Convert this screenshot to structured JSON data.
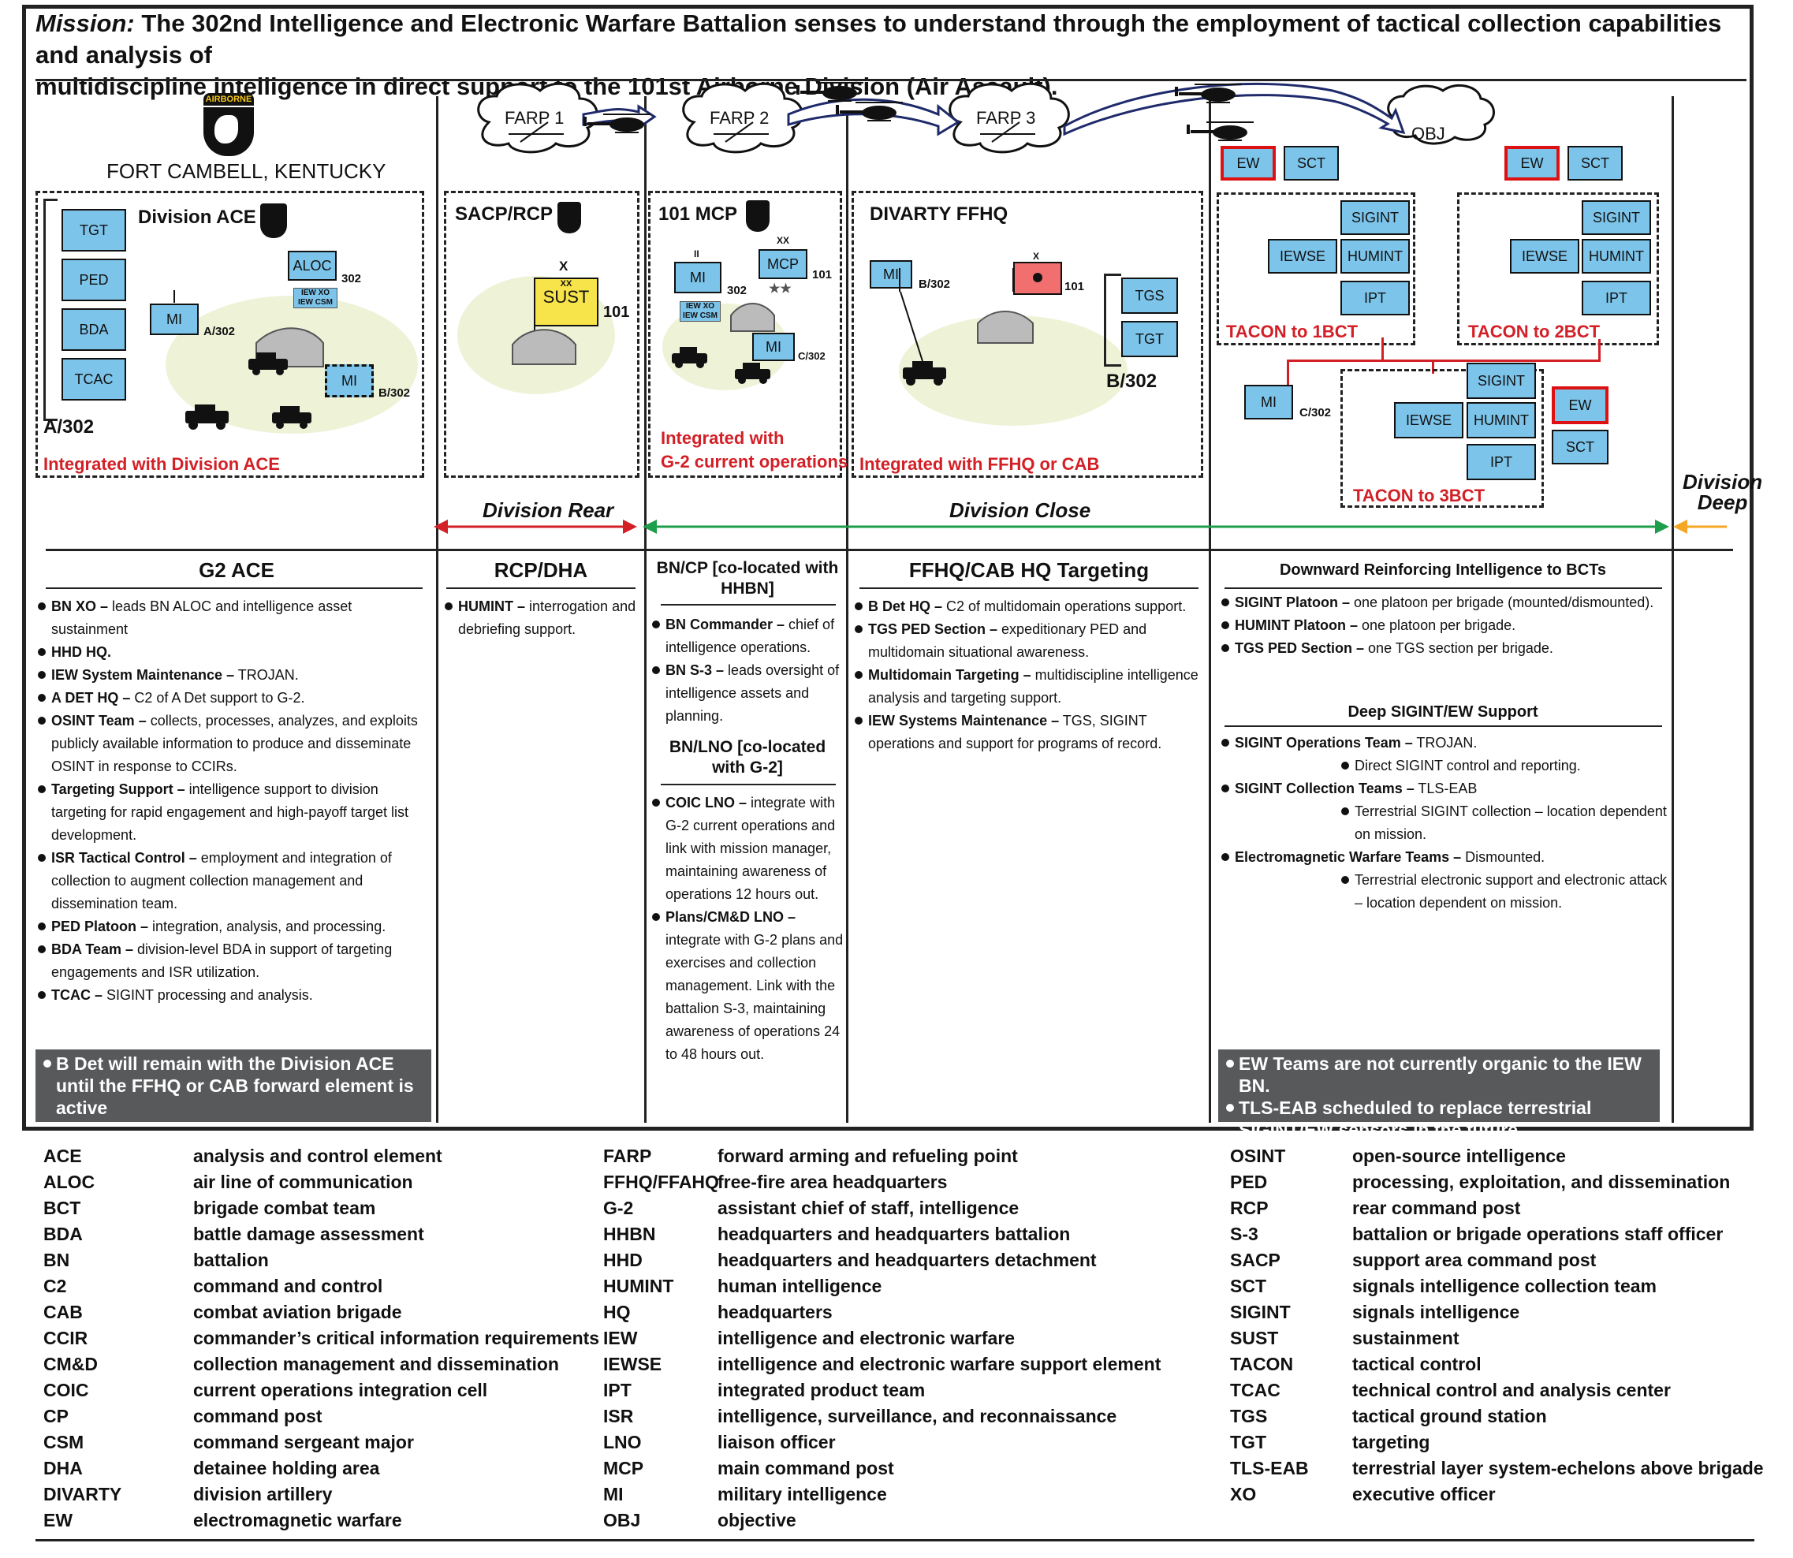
{
  "mission": {
    "prefix": "Mission:",
    "line1": "The 302nd Intelligence and Electronic Warfare Battalion senses to understand through the employment of tactical collection capabilities and analysis of",
    "line2": "multidiscipline intelligence in direct support to the 101st Airborne Division (Air Assault)."
  },
  "top": {
    "location": "FORT CAMBELL, KENTUCKY",
    "airborne_tab": "AIRBORNE",
    "farps": [
      "FARP 1",
      "FARP 2",
      "FARP 3"
    ],
    "obj": "OBJ"
  },
  "ace": {
    "title": "Division ACE",
    "left_units": [
      "TGT",
      "PED",
      "BDA",
      "TCAC"
    ],
    "bracket_label": "A/302",
    "mi1": "MI",
    "mi1_label": "A/302",
    "aloc": "ALOC",
    "aloc_label": "302",
    "aloc_sub": [
      "IEW XO",
      "IEW CSM"
    ],
    "mi2": "MI",
    "mi2_label": "B/302",
    "note": "Integrated with Division ACE"
  },
  "sacp": {
    "title": "SACP/RCP",
    "echelon": "X",
    "sust_xx": "XX",
    "sust": "SUST",
    "sust_label": "101"
  },
  "mcp": {
    "title": "101 MCP",
    "mi": "MI",
    "mi_echelon": "II",
    "mi_label": "302",
    "mi_sub": [
      "IEW XO",
      "IEW CSM"
    ],
    "mcp": "MCP",
    "mcp_echelon": "XX",
    "mcp_label": "101",
    "stars": "★★",
    "mi2": "MI",
    "mi2_label": "C/302",
    "note_line1": "Integrated with",
    "note_line2": "G-2 current operations"
  },
  "divarty": {
    "title": "DIVARTY FFHQ",
    "mi": "MI",
    "mi_label": "B/302",
    "flag_echelon": "X",
    "flag_label": "101",
    "right_units": [
      "TGS",
      "TGT"
    ],
    "bracket_label": "B/302",
    "note": "Integrated with FFHQ or CAB"
  },
  "bcts": {
    "ew": "EW",
    "sct": "SCT",
    "iewse": "IEWSE",
    "sigint": "SIGINT",
    "humint": "HUMINT",
    "ipt": "IPT",
    "tacon1": "TACON to 1BCT",
    "tacon2": "TACON to 2BCT",
    "tacon3": "TACON to 3BCT",
    "mi": "MI",
    "mi_label": "C/302"
  },
  "areas": {
    "rear": "Division Rear",
    "close": "Division Close",
    "deep_line1": "Division",
    "deep_line2": "Deep"
  },
  "colors": {
    "unit_blue": "#7cc4ea",
    "red": "#d31f26",
    "green": "#1e9e4a",
    "orange": "#f5a623",
    "navy": "#1f2a6b",
    "note_gray": "#58595b"
  },
  "columns": {
    "g2ace": {
      "title": "G2 ACE",
      "items": [
        {
          "b": "BN XO –",
          "t": " leads BN ALOC and intelligence asset sustainment"
        },
        {
          "b": "HHD HQ.",
          "t": ""
        },
        {
          "b": "IEW System Maintenance –",
          "t": " TROJAN."
        },
        {
          "b": "A DET HQ –",
          "t": " C2 of A Det support to G-2."
        },
        {
          "b": "OSINT Team –",
          "t": " collects, processes, analyzes, and exploits publicly available information to produce and disseminate OSINT in response to CCIRs."
        },
        {
          "b": "Targeting Support –",
          "t": " intelligence support to division targeting for rapid engagement and high-payoff target list development."
        },
        {
          "b": "ISR Tactical Control –",
          "t": " employment and integration of collection to augment collection management and dissemination team."
        },
        {
          "b": "PED Platoon –",
          "t": " integration, analysis, and processing."
        },
        {
          "b": "BDA Team –",
          "t": " division-level BDA in support of targeting engagements and ISR utilization."
        },
        {
          "b": "TCAC –",
          "t": " SIGINT processing and analysis."
        }
      ],
      "note": "B Det will remain with the Division ACE until the FFHQ or CAB forward element is active"
    },
    "rcp": {
      "title": "RCP/DHA",
      "items": [
        {
          "b": "HUMINT –",
          "t": " interrogation and debriefing support."
        }
      ]
    },
    "bncp": {
      "title": "BN/CP [co-located with HHBN]",
      "items": [
        {
          "b": "BN Commander –",
          "t": " chief of intelligence operations."
        },
        {
          "b": "BN S-3 –",
          "t": " leads oversight of intelligence assets and planning."
        }
      ],
      "title2": "BN/LNO [co-located with G-2]",
      "items2": [
        {
          "b": "COIC LNO –",
          "t": " integrate with G-2 current operations and link with mission manager, maintaining awareness of operations 12 hours out."
        },
        {
          "b": "Plans/CM&D LNO –",
          "t": " integrate with G-2 plans and exercises and collection management. Link with the battalion S-3, maintaining awareness of operations 24 to 48 hours out."
        }
      ]
    },
    "ffhq": {
      "title": "FFHQ/CAB HQ Targeting",
      "items": [
        {
          "b": "B Det HQ –",
          "t": " C2 of multidomain operations support."
        },
        {
          "b": "TGS PED Section –",
          "t": " expeditionary PED and multidomain situational awareness."
        },
        {
          "b": "Multidomain Targeting –",
          "t": " multidiscipline intelligence analysis and targeting support."
        },
        {
          "b": "IEW Systems Maintenance –",
          "t": " TGS, SIGINT operations and support for programs of record."
        }
      ]
    },
    "down": {
      "title": "Downward Reinforcing Intelligence to BCTs",
      "items": [
        {
          "b": "SIGINT Platoon –",
          "t": " one platoon per brigade (mounted/dismounted)."
        },
        {
          "b": "HUMINT Platoon –",
          "t": " one platoon per brigade."
        },
        {
          "b": "TGS PED Section –",
          "t": " one TGS section per brigade."
        }
      ],
      "title2": "Deep SIGINT/EW Support",
      "items2": [
        {
          "b": "SIGINT Operations Team –",
          "t": " TROJAN.",
          "sub": false
        },
        {
          "b": "",
          "t": "Direct SIGINT control and reporting.",
          "sub": true
        },
        {
          "b": "SIGINT Collection Teams –",
          "t": " TLS-EAB",
          "sub": false
        },
        {
          "b": "",
          "t": "Terrestrial SIGINT collection – location dependent on mission.",
          "sub": true
        },
        {
          "b": "Electromagnetic Warfare Teams –",
          "t": " Dismounted.",
          "sub": false
        },
        {
          "b": "",
          "t": "Terrestrial electronic support and electronic attack – location dependent on mission.",
          "sub": true
        }
      ],
      "notes": [
        "EW Teams are not currently organic to the IEW BN.",
        "TLS-EAB scheduled to replace terrestrial SIGINT/EW sensors in the future."
      ]
    }
  },
  "glossary": [
    [
      [
        "ACE",
        "analysis and control element"
      ],
      [
        "ALOC",
        "air line of communication"
      ],
      [
        "BCT",
        "brigade combat team"
      ],
      [
        "BDA",
        "battle damage assessment"
      ],
      [
        "BN",
        "battalion"
      ],
      [
        "C2",
        "command and control"
      ],
      [
        "CAB",
        "combat aviation brigade"
      ],
      [
        "CCIR",
        "commander’s critical information requirements"
      ],
      [
        "CM&D",
        "collection management and dissemination"
      ],
      [
        "COIC",
        "current operations integration cell"
      ],
      [
        "CP",
        "command post"
      ],
      [
        "CSM",
        "command sergeant major"
      ],
      [
        "DHA",
        "detainee holding area"
      ],
      [
        "DIVARTY",
        "division artillery"
      ],
      [
        "EW",
        "electromagnetic warfare"
      ]
    ],
    [
      [
        "FARP",
        "forward arming and refueling point"
      ],
      [
        "FFHQ/FFAHQ",
        "free-fire area headquarters"
      ],
      [
        "G-2",
        "assistant chief of staff, intelligence"
      ],
      [
        "HHBN",
        "headquarters and headquarters battalion"
      ],
      [
        "HHD",
        "headquarters and headquarters detachment"
      ],
      [
        "HUMINT",
        "human intelligence"
      ],
      [
        "HQ",
        "headquarters"
      ],
      [
        "IEW",
        "intelligence and electronic warfare"
      ],
      [
        "IEWSE",
        "intelligence and electronic warfare support element"
      ],
      [
        "IPT",
        "integrated product team"
      ],
      [
        "ISR",
        "intelligence, surveillance, and reconnaissance"
      ],
      [
        "LNO",
        "liaison officer"
      ],
      [
        "MCP",
        "main command post"
      ],
      [
        "MI",
        "military intelligence"
      ],
      [
        "OBJ",
        "objective"
      ]
    ],
    [
      [
        "OSINT",
        "open-source intelligence"
      ],
      [
        "PED",
        "processing, exploitation, and dissemination"
      ],
      [
        "RCP",
        "rear command post"
      ],
      [
        "S-3",
        "battalion or brigade operations staff officer"
      ],
      [
        "SACP",
        "support area command post"
      ],
      [
        "SCT",
        "signals intelligence collection team"
      ],
      [
        "SIGINT",
        "signals intelligence"
      ],
      [
        "SUST",
        "sustainment"
      ],
      [
        "TACON",
        "tactical control"
      ],
      [
        "TCAC",
        "technical control and analysis center"
      ],
      [
        "TGS",
        "tactical ground station"
      ],
      [
        "TGT",
        "targeting"
      ],
      [
        "TLS-EAB",
        "terrestrial layer system-echelons above brigade"
      ],
      [
        "XO",
        "executive officer"
      ]
    ]
  ]
}
